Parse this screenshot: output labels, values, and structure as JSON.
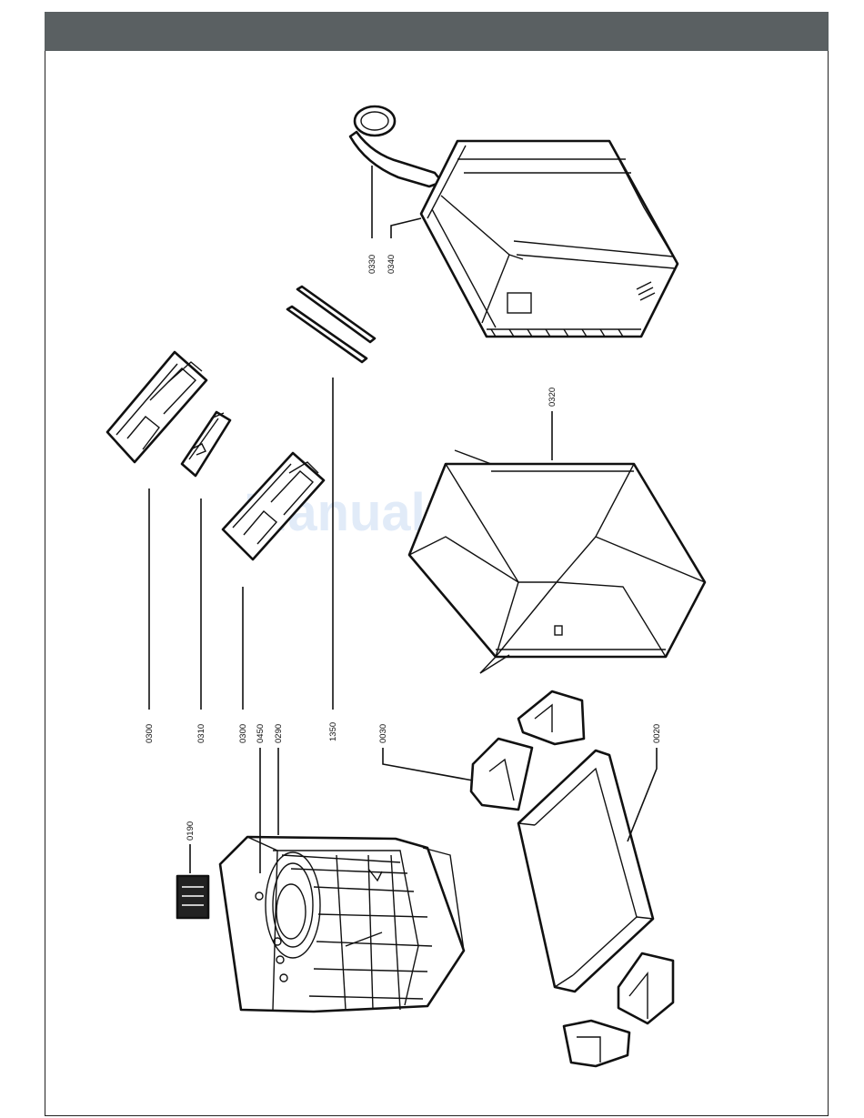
{
  "colors": {
    "header": "#5a6062",
    "watermark": "#c8dbf2",
    "line": "#111111"
  },
  "watermark": "ManualsLib.com",
  "callouts": {
    "c0330": "0330",
    "c0340": "0340",
    "c0320": "0320",
    "c1350": "1350",
    "c0300_top": "0300",
    "c0310": "0310",
    "c0300_mid": "0300",
    "c0450": "0450",
    "c0290": "0290",
    "c0030": "0030",
    "c0020": "0020",
    "c0190": "0190"
  }
}
